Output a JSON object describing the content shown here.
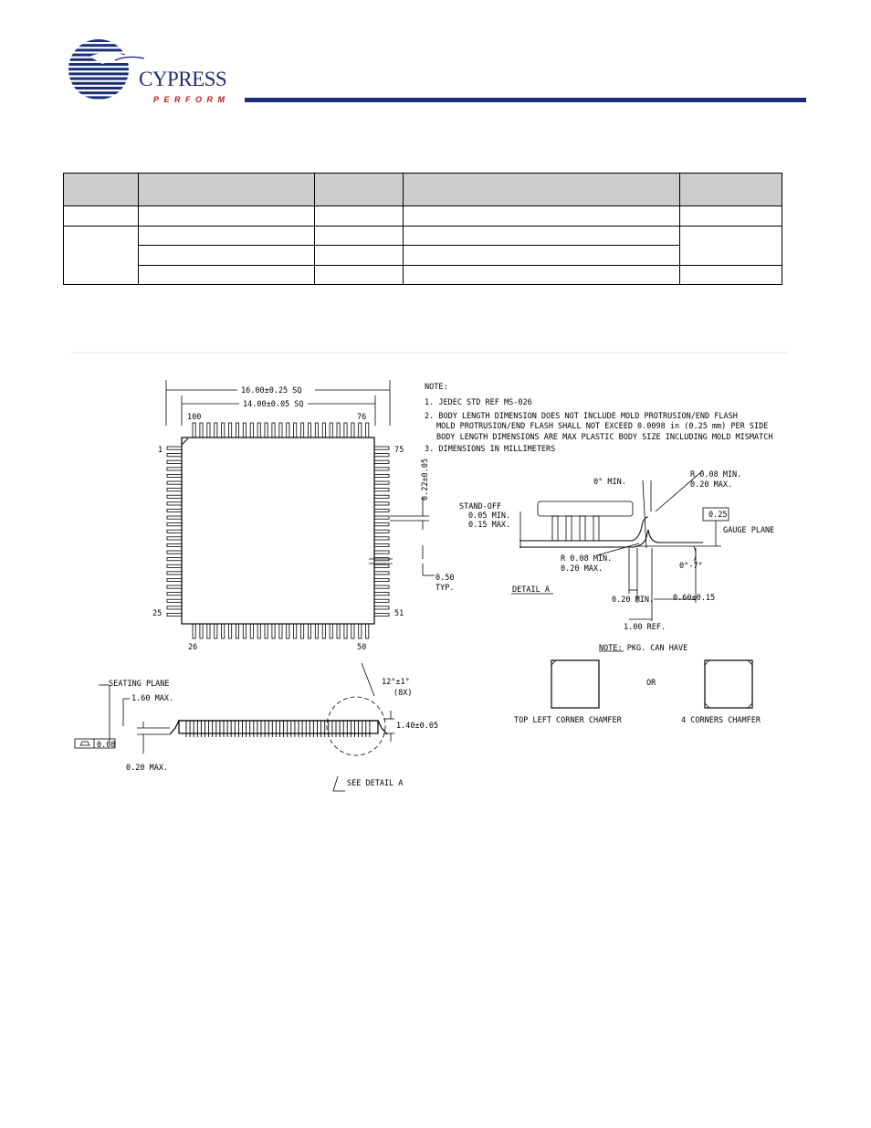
{
  "header": {
    "logo_text": "CYPRESS",
    "logo_tagline": "PERFORM",
    "brand_color": "#1c2f75",
    "accent_color": "#c4161c",
    "rule_color": "#1c2f75"
  },
  "revision_table": {
    "header_fill": "#cccccc",
    "columns": [
      "",
      "",
      "",
      "",
      ""
    ],
    "rows": [
      [
        "",
        "",
        "",
        "",
        ""
      ],
      [
        "",
        "",
        "",
        "",
        ""
      ],
      [
        "",
        "",
        "",
        ""
      ],
      [
        "",
        "",
        "",
        "",
        ""
      ]
    ]
  },
  "drawing": {
    "dim_overall_width": "16.00±0.25 SQ",
    "dim_body_width": "14.00±0.05 SQ",
    "pin_100": "100",
    "pin_76": "76",
    "pin_1": "1",
    "pin_75": "75",
    "pin_25": "25",
    "pin_51": "51",
    "pin_26": "26",
    "pin_50": "50",
    "lead_width": "0.22±0.05",
    "pitch_value": "0.50",
    "pitch_typ": "TYP.",
    "notes": {
      "title": "NOTE:",
      "n1": "1. JEDEC STD REF MS-026",
      "n2a": "2. BODY LENGTH DIMENSION DOES NOT INCLUDE MOLD PROTRUSION/END FLASH",
      "n2b": "MOLD PROTRUSION/END FLASH SHALL NOT EXCEED 0.0098 in (0.25 mm) PER SIDE",
      "n2c": "BODY LENGTH DIMENSIONS ARE MAX PLASTIC BODY SIZE INCLUDING MOLD MISMATCH",
      "n3": "3. DIMENSIONS IN MILLIMETERS"
    },
    "detail": {
      "angle_min": "0° MIN.",
      "radius_top_a": "R 0.08 MIN.",
      "radius_top_b": "0.20 MAX.",
      "standoff_a": "STAND-OFF",
      "standoff_b": "0.05 MIN.",
      "standoff_c": "0.15 MAX.",
      "gauge_value": "0.25",
      "gauge_plane": "GAUGE PLANE",
      "radius_bottom_a": "R 0.08 MIN.",
      "radius_bottom_b": "0.20 MAX.",
      "foot_angle": "0°-7°",
      "detail_label": "DETAIL A",
      "foot_min": "0.20 MIN.",
      "foot_length": "0.60±0.15",
      "ref_length": "1.00 REF."
    },
    "chamfer": {
      "note": "NOTE: PKG. CAN HAVE",
      "or": "OR",
      "option1": "TOP LEFT CORNER CHAMFER",
      "option2": "4 CORNERS CHAMFER"
    },
    "side": {
      "seating_plane": "SEATING PLANE",
      "max_height": "1.60 MAX.",
      "lead_angle": "12°±1°",
      "lead_angle_count": "(8X)",
      "coplanarity": "0.08",
      "body_thickness": "1.40±0.05",
      "standoff_max": "0.20 MAX.",
      "see_detail": "SEE DETAIL A"
    }
  }
}
